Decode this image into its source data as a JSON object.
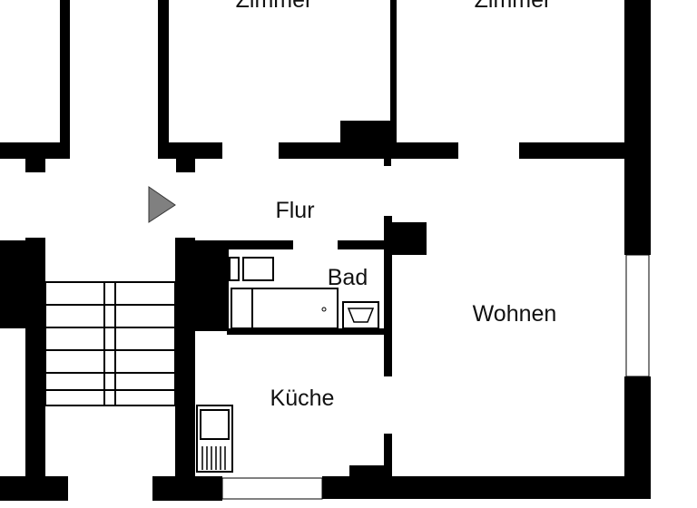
{
  "rooms": {
    "zimmer_1": "Zimmer",
    "zimmer_2": "Zimmer",
    "flur": "Flur",
    "bad": "Bad",
    "wohnen": "Wohnen",
    "kueche": "Küche"
  },
  "colors": {
    "wall": "#000000",
    "entrance_marker": "#808080",
    "background": "#ffffff"
  },
  "icons": {
    "entrance": "triangle-right-icon"
  }
}
